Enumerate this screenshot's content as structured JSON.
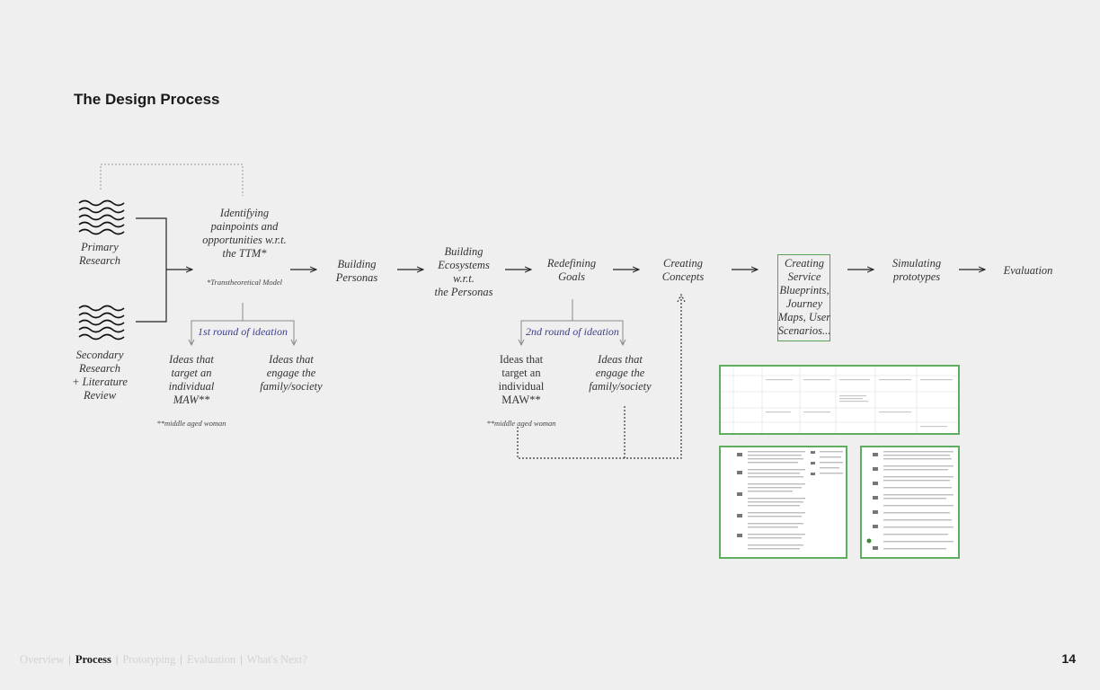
{
  "title": "The Design Process",
  "nodes": {
    "primary_research": "Primary\nResearch",
    "secondary_research": "Secondary\nResearch\n+ Literature\nReview",
    "identifying": "Identifying\npainpoints and\nopportunities w.r.t.\nthe TTM*",
    "ttm_note": "*Transtheoretical Model",
    "building_personas": "Building\nPersonas",
    "building_ecosystems": "Building\nEcosystems\nw.r.t.\nthe Personas",
    "redefining_goals": "Redefining\nGoals",
    "creating_concepts": "Creating\nConcepts",
    "creating_blueprints": "Creating\nService\nBlueprints,\nJourney\nMaps, User\nScenarios...",
    "simulating_prototypes": "Simulating\nprototypes",
    "evaluation": "Evaluation"
  },
  "ideation": {
    "first_round": "1st round of ideation",
    "second_round": "2nd round of ideation",
    "ideas_individual_1": "Ideas that\ntarget an\nindividual\nMAW**",
    "ideas_family_1": "Ideas that\nengage the\nfamily/society",
    "ideas_individual_2": "Ideas that\ntarget an\nindividual\nMAW**",
    "ideas_family_2": "Ideas that\nengage the\nfamily/society",
    "maw_note_1": "**middle aged woman",
    "maw_note_2": "**middle aged woman"
  },
  "footer": {
    "nav": {
      "overview": "Overview",
      "process": "Process",
      "prototyping": "Prototyping",
      "evaluation": "Evaluation",
      "whats_next": "What's Next?"
    },
    "separator": "|",
    "page_number": "14"
  },
  "colors": {
    "background": "#efefef",
    "ideation_blue": "#3b3f8c",
    "thumbnail_border": "#5fae5f",
    "nav_active": "#1a1a1a",
    "nav_dim": "#d2d2d2"
  }
}
